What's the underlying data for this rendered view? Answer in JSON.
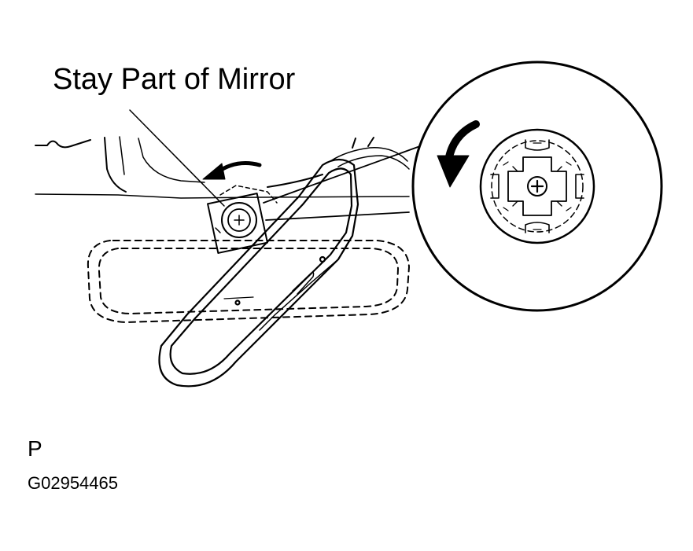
{
  "callout": {
    "text": "Stay Part of Mirror"
  },
  "view_code": "P",
  "figure_id": "G02954465"
}
